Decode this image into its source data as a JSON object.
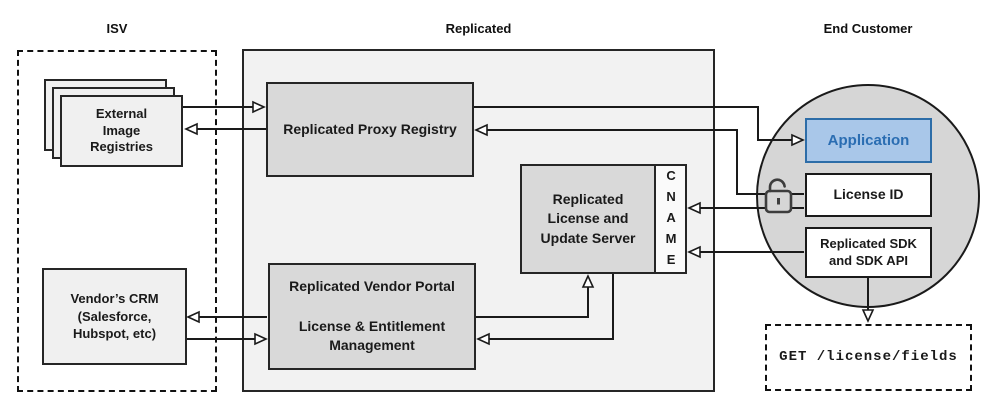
{
  "headers": {
    "isv": "ISV",
    "replicated": "Replicated",
    "end_customer": "End Customer"
  },
  "nodes": {
    "external_image_registries": {
      "label": "External\nImage\nRegistries"
    },
    "vendors_crm": {
      "label": "Vendor’s CRM\n(Salesforce,\nHubspot, etc)"
    },
    "proxy_registry": {
      "label": "Replicated Proxy Registry"
    },
    "license_update_server": {
      "label": "Replicated\nLicense and\nUpdate Server"
    },
    "cname": {
      "label": "CNAME"
    },
    "vendor_portal": {
      "label": "Replicated Vendor Portal\n\nLicense & Entitlement\nManagement"
    },
    "application": {
      "label": "Application"
    },
    "license_id": {
      "label": "License ID"
    },
    "replicated_sdk": {
      "label": "Replicated SDK\nand SDK API"
    },
    "api_request": {
      "label": "GET /license/fields"
    }
  },
  "icons": {
    "unlock": "open-padlock-icon"
  },
  "colors": {
    "panel_gray": "#f2f2f2",
    "node_gray": "#d9d9d9",
    "node_light": "#f0f0f0",
    "circle_gray": "#d6d6d6",
    "cname_fill": "#fafafa",
    "application_fill": "#a9c7e9",
    "application_border": "#2d6da8",
    "application_text": "#2a6db2",
    "line": "#1a1a1a"
  },
  "connections": [
    {
      "from": "external_image_registries",
      "to": "proxy_registry"
    },
    {
      "from": "proxy_registry",
      "to": "external_image_registries"
    },
    {
      "from": "proxy_registry",
      "to": "application"
    },
    {
      "from": "license_id",
      "to": "proxy_registry"
    },
    {
      "from": "license_id",
      "to": "cname"
    },
    {
      "from": "replicated_sdk",
      "to": "cname"
    },
    {
      "from": "vendor_portal",
      "to": "vendors_crm"
    },
    {
      "from": "vendors_crm",
      "to": "vendor_portal"
    },
    {
      "from": "vendor_portal",
      "to": "license_update_server"
    },
    {
      "from": "license_update_server",
      "to": "vendor_portal"
    },
    {
      "from": "replicated_sdk",
      "to": "api_request"
    }
  ]
}
